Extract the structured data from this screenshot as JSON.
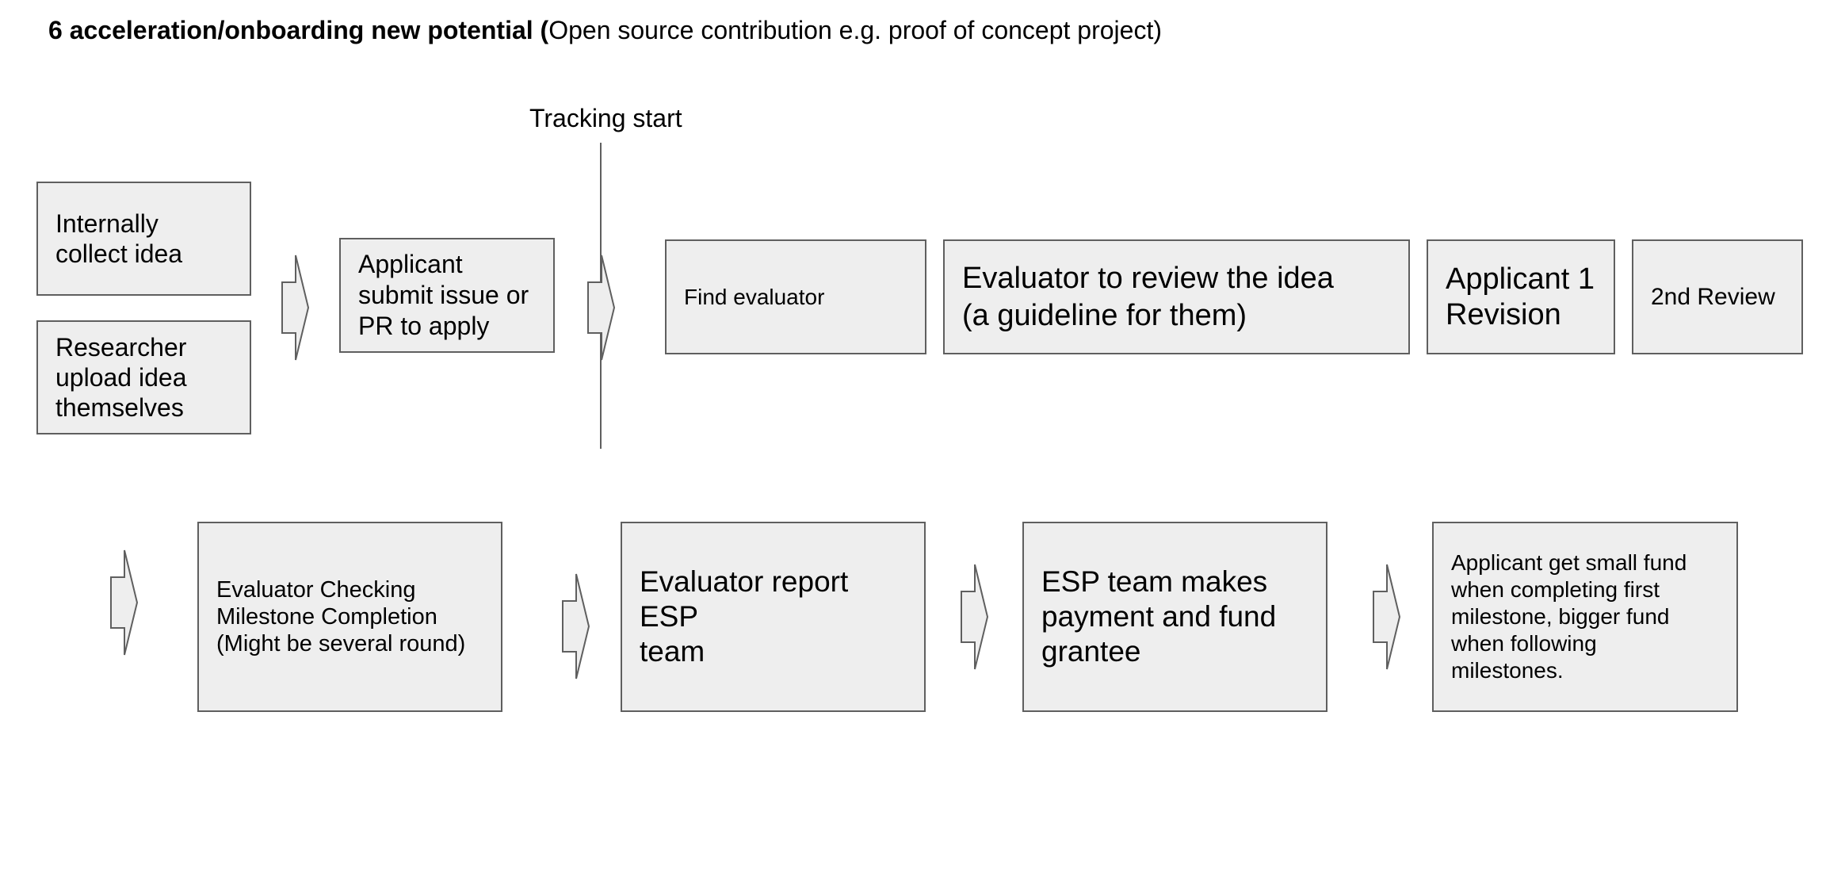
{
  "title": {
    "bold": "6 acceleration/onboarding new potential (",
    "normal": "Open source contribution e.g. proof of concept project)"
  },
  "tracking_label": "Tracking start",
  "steps": {
    "internally_collect": "Internally collect idea",
    "researcher_upload": "Researcher upload idea themselves",
    "applicant_submit": "Applicant submit issue or PR to apply",
    "find_evaluator": "Find evaluator",
    "evaluator_review": "Evaluator to review the idea\n(a guideline for them)",
    "applicant_revision": "Applicant 1\nRevision",
    "second_review": "2nd Review",
    "evaluator_checking": "Evaluator Checking\nMilestone Completion\n(Might be several round)",
    "evaluator_report": "Evaluator report ESP\nteam",
    "esp_payment": "ESP team makes\npayment and fund\ngrantee",
    "applicant_fund": "Applicant get small fund\nwhen completing first\nmilestone, bigger fund\nwhen following\nmilestones."
  },
  "colors": {
    "box_fill": "#eeeeee",
    "box_stroke": "#5f5f5f"
  }
}
